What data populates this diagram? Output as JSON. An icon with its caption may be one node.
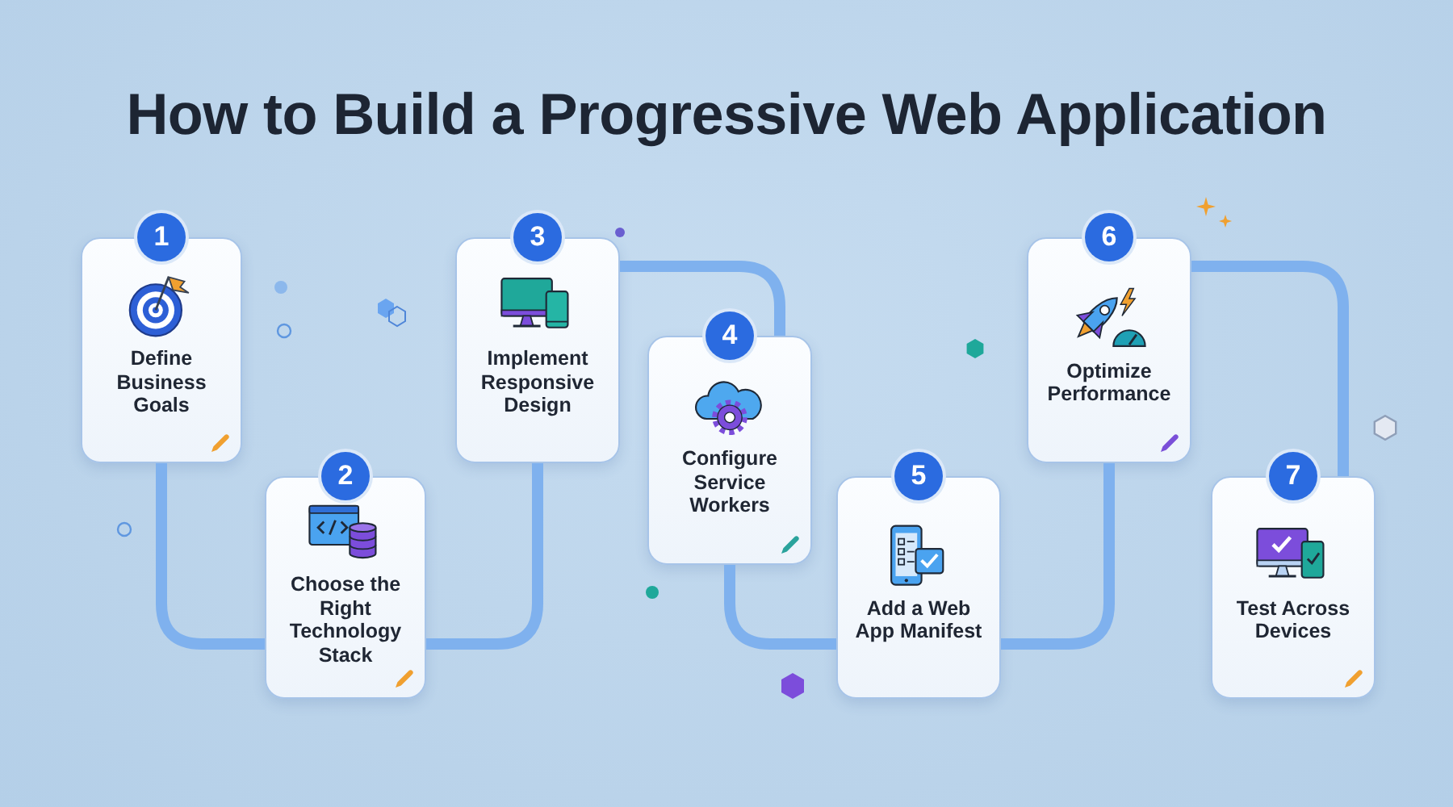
{
  "diagram": {
    "title": "How to Build a Progressive Web Application",
    "nodes": [
      {
        "text": [
          "1",
          "Define Business Goals"
        ]
      },
      {
        "text": [
          "2",
          "Choose the Right Technology Stack"
        ]
      },
      {
        "text": [
          "3",
          "Implement Responsive Design"
        ]
      },
      {
        "text": [
          "4",
          "Configure Service Workers"
        ]
      },
      {
        "text": [
          "5",
          "Add a Web App Manifest"
        ]
      },
      {
        "text": [
          "6",
          "Optimize Performance"
        ]
      },
      {
        "text": [
          "7",
          "Test Across Devices"
        ]
      }
    ],
    "edges": [
      {
        "from": 0,
        "to": 1,
        "arrow": "none"
      },
      {
        "from": 1,
        "to": 2,
        "arrow": "none"
      },
      {
        "from": 2,
        "to": 3,
        "arrow": "none"
      },
      {
        "from": 3,
        "to": 4,
        "arrow": "none"
      },
      {
        "from": 4,
        "to": 5,
        "arrow": "none"
      },
      {
        "from": 5,
        "to": 6,
        "arrow": "none"
      }
    ]
  }
}
